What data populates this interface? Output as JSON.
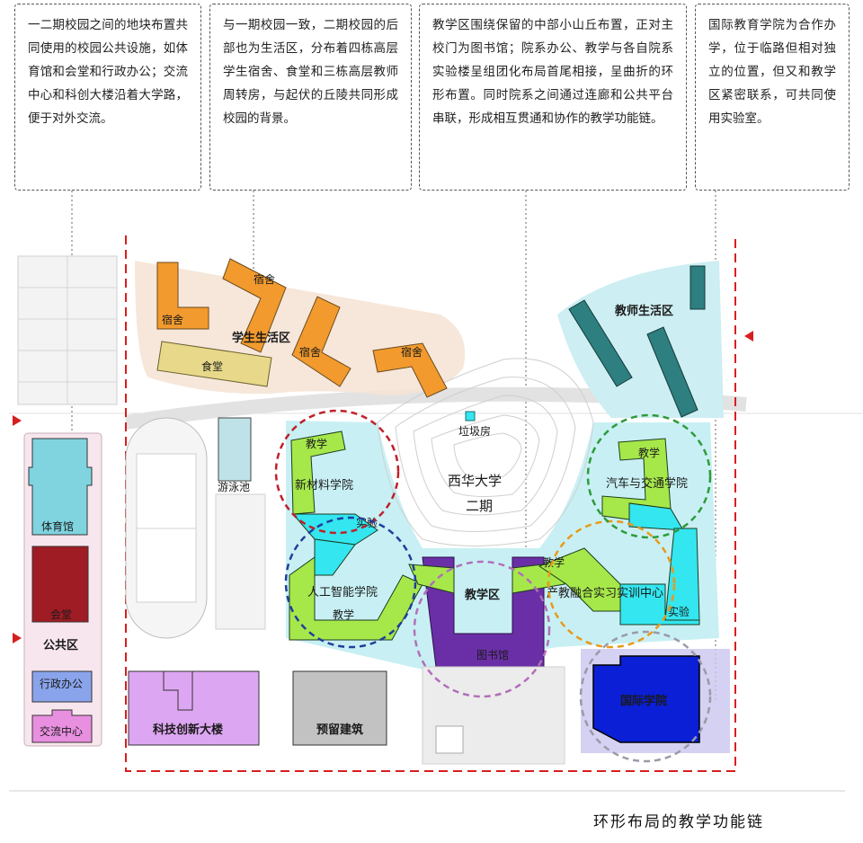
{
  "notes": [
    "一二期校园之间的地块布置共同使用的校园公共设施，如体育馆和会堂和行政办公；交流中心和科创大楼沿着大学路，便于对外交流。",
    "与一期校园一致，二期校园的后部也为生活区，分布着四栋高层学生宿舍、食堂和三栋高层教师周转房，与起伏的丘陵共同形成校园的背景。",
    "教学区围绕保留的中部小山丘布置，正对主校门为图书馆；院系办公、教学与各自院系实验楼呈组团化布局首尾相接，呈曲折的环形布置。同时院系之间通过连廊和公共平台串联，形成相互贯通和协作的教学功能链。",
    "国际教育学院为合作办学，位于临路但相对独立的位置，但又和教学区紧密联系，可共同使用实验室。"
  ],
  "labels": {
    "dorm": "宿舍",
    "student_zone": "学生生活区",
    "canteen": "食堂",
    "teacher_zone": "教师生活区",
    "garbage": "垃圾房",
    "campus_name_1": "西华大学",
    "campus_name_2": "二期",
    "teaching": "教学",
    "lab": "实验",
    "materials_school": "新材料学院",
    "ai_school": "人工智能学院",
    "auto_school": "汽车与交通学院",
    "industry_center": "产教融合实习实训中心",
    "teaching_zone": "教学区",
    "library": "图书馆",
    "intl_school": "国际学院",
    "pool": "游泳池",
    "gym": "体育馆",
    "hall": "会堂",
    "public_zone": "公共区",
    "admin": "行政办公",
    "exchange": "交流中心",
    "tech_building": "科技创新大楼",
    "reserved": "预留建筑"
  },
  "caption": "环形布局的教学功能链",
  "colors": {
    "dorm": "#f29a2e",
    "canteen": "#e8d98a",
    "teacher": "#2e7f7f",
    "teaching": "#a6e84a",
    "lab": "#33e6f0",
    "library": "#6a2fa6",
    "intl": "#0a1fd6",
    "gym": "#7fd4e0",
    "hall": "#a01c24",
    "admin": "#8aa4ec",
    "exchange": "#e88fe0",
    "tech": "#dda6f2",
    "reserved": "#c2c2c2",
    "circle_red": "#c0202a",
    "circle_blue": "#1f3f9a",
    "circle_green": "#2f9a3a",
    "circle_orange": "#e89a1a",
    "circle_purple": "#b070b8",
    "circle_grey": "#9a9aa8"
  }
}
